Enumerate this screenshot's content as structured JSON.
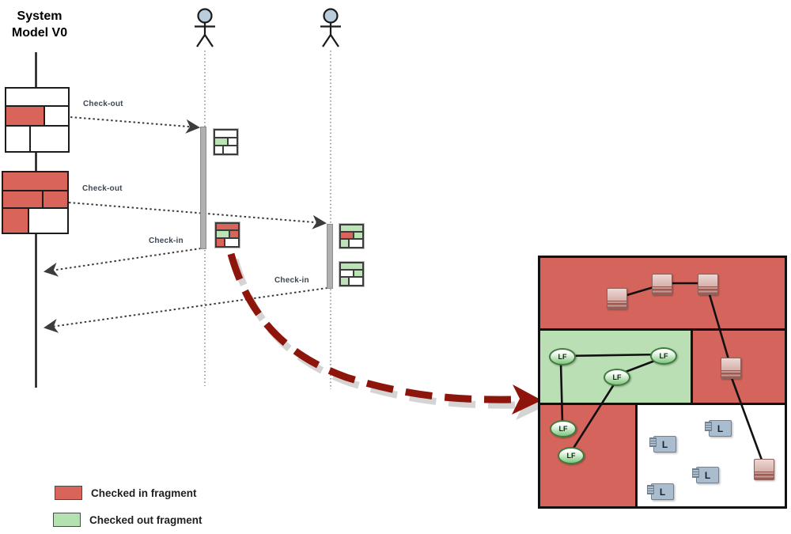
{
  "system": {
    "title_line1": "System",
    "title_line2": "Model V0"
  },
  "actors": {
    "count": 2
  },
  "messages": {
    "checkout1": "Check-out",
    "checkout2": "Check-out",
    "checkin1": "Check-in",
    "checkin2": "Check-in"
  },
  "colors": {
    "fragment_red": "#d9655a",
    "fragment_green": "#bce3b6",
    "white": "#ffffff",
    "panel_red": "#d5655c",
    "panel_green": "#bbdfb5",
    "arrow_dark_red": "#8e150c",
    "l_icon_blue": "#a9bdcf",
    "actor_head_blue": "#bacddd"
  },
  "fragments": {
    "v0_state1": {
      "rows": [
        {
          "h": 28,
          "cells": [
            {
              "w": 100,
              "c": "white"
            }
          ]
        },
        {
          "h": 31,
          "cells": [
            {
              "w": 62,
              "c": "red"
            },
            {
              "w": 38,
              "c": "white"
            }
          ]
        },
        {
          "h": 41,
          "cells": [
            {
              "w": 38,
              "c": "white"
            },
            {
              "w": 62,
              "c": "white"
            }
          ]
        }
      ]
    },
    "v0_state2": {
      "rows": [
        {
          "h": 30,
          "cells": [
            {
              "w": 100,
              "c": "red"
            }
          ]
        },
        {
          "h": 28,
          "cells": [
            {
              "w": 62,
              "c": "red"
            },
            {
              "w": 38,
              "c": "red"
            }
          ]
        },
        {
          "h": 42,
          "cells": [
            {
              "w": 39,
              "c": "red"
            },
            {
              "w": 61,
              "c": "white"
            }
          ]
        }
      ]
    },
    "actor1_out": {
      "rows": [
        {
          "h": 30,
          "cells": [
            {
              "w": 100,
              "c": "white"
            }
          ]
        },
        {
          "h": 32,
          "cells": [
            {
              "w": 60,
              "c": "green"
            },
            {
              "w": 40,
              "c": "white"
            }
          ]
        },
        {
          "h": 38,
          "cells": [
            {
              "w": 36,
              "c": "white"
            },
            {
              "w": 64,
              "c": "white"
            }
          ]
        }
      ]
    },
    "actor1_in": {
      "rows": [
        {
          "h": 30,
          "cells": [
            {
              "w": 100,
              "c": "red"
            }
          ]
        },
        {
          "h": 32,
          "cells": [
            {
              "w": 60,
              "c": "green"
            },
            {
              "w": 40,
              "c": "red"
            }
          ]
        },
        {
          "h": 38,
          "cells": [
            {
              "w": 36,
              "c": "red"
            },
            {
              "w": 64,
              "c": "white"
            }
          ]
        }
      ]
    },
    "actor2_out": {
      "rows": [
        {
          "h": 30,
          "cells": [
            {
              "w": 100,
              "c": "green"
            }
          ]
        },
        {
          "h": 32,
          "cells": [
            {
              "w": 60,
              "c": "red"
            },
            {
              "w": 40,
              "c": "green"
            }
          ]
        },
        {
          "h": 38,
          "cells": [
            {
              "w": 36,
              "c": "green"
            },
            {
              "w": 64,
              "c": "white"
            }
          ]
        }
      ]
    },
    "actor2_final": {
      "rows": [
        {
          "h": 30,
          "cells": [
            {
              "w": 100,
              "c": "green"
            }
          ]
        },
        {
          "h": 32,
          "cells": [
            {
              "w": 60,
              "c": "white"
            },
            {
              "w": 40,
              "c": "green"
            }
          ]
        },
        {
          "h": 38,
          "cells": [
            {
              "w": 36,
              "c": "green"
            },
            {
              "w": 64,
              "c": "white"
            }
          ]
        }
      ]
    }
  },
  "panel": {
    "lf_label": "LF",
    "l_label": "L"
  },
  "legend": {
    "items": [
      {
        "label": "Checked in fragment",
        "color": "#d9655a"
      },
      {
        "label": "Checked out fragment",
        "color": "#b5e0b0"
      }
    ]
  }
}
